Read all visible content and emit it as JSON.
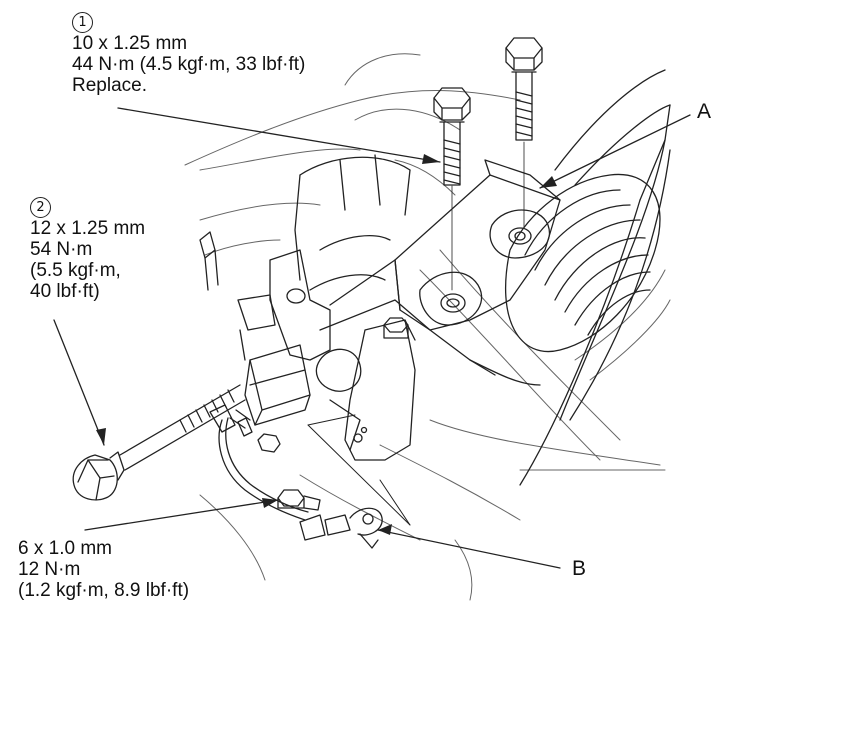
{
  "callout_1": {
    "number": "1",
    "size": "10 x 1.25 mm",
    "torque": "44 N·m (4.5 kgf·m, 33 lbf·ft)",
    "note": "Replace."
  },
  "callout_2": {
    "number": "2",
    "size": "12 x 1.25 mm",
    "torque_line1": "54 N·m",
    "torque_line2": "(5.5 kgf·m,",
    "torque_line3": "40 lbf·ft)"
  },
  "callout_3": {
    "size": "6 x 1.0 mm",
    "torque_line1": "12 N·m",
    "torque_line2": "(1.2 kgf·m, 8.9 lbf·ft)"
  },
  "label_a": "A",
  "label_b": "B"
}
